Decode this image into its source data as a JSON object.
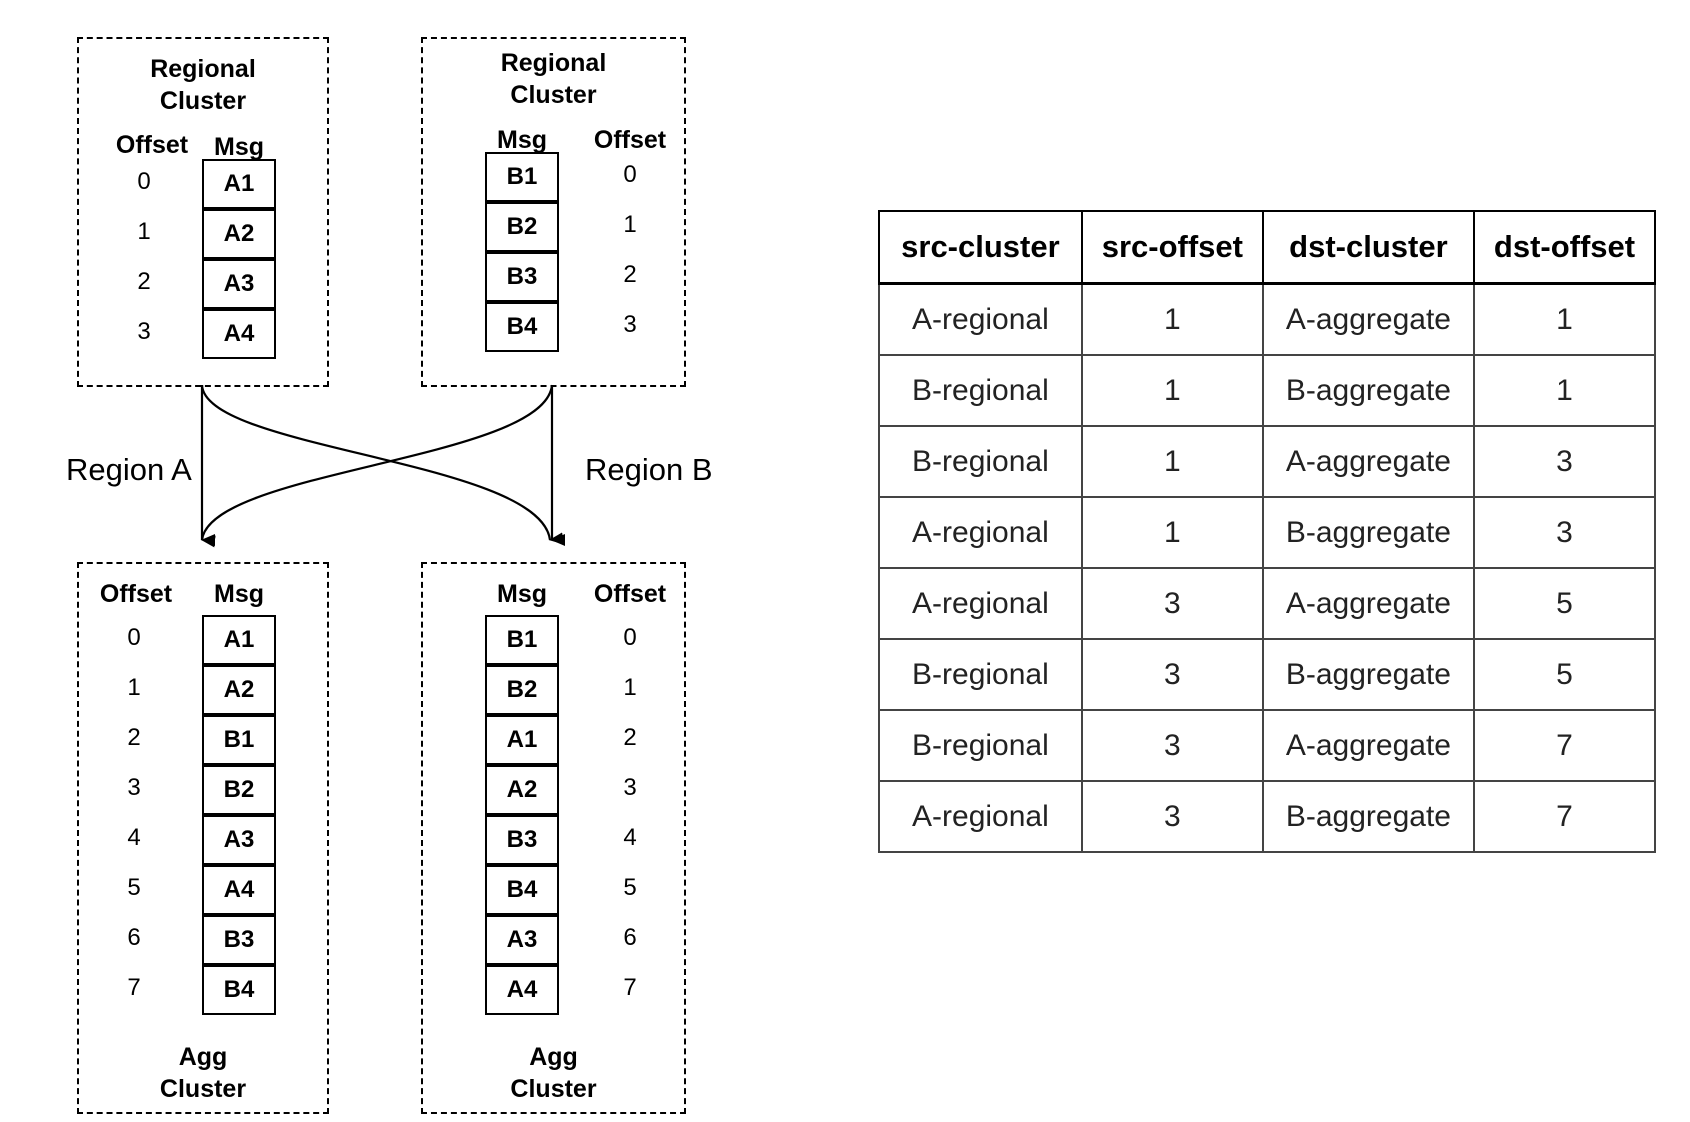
{
  "clusters": {
    "regional_a": {
      "title_line1": "Regional",
      "title_line2": "Cluster",
      "offset_header": "Offset",
      "msg_header": "Msg",
      "rows": [
        {
          "offset": "0",
          "msg": "A1"
        },
        {
          "offset": "1",
          "msg": "A2"
        },
        {
          "offset": "2",
          "msg": "A3"
        },
        {
          "offset": "3",
          "msg": "A4"
        }
      ]
    },
    "regional_b": {
      "title_line1": "Regional",
      "title_line2": "Cluster",
      "offset_header": "Offset",
      "msg_header": "Msg",
      "rows": [
        {
          "offset": "0",
          "msg": "B1"
        },
        {
          "offset": "1",
          "msg": "B2"
        },
        {
          "offset": "2",
          "msg": "B3"
        },
        {
          "offset": "3",
          "msg": "B4"
        }
      ]
    },
    "agg_a": {
      "title_line1": "Agg",
      "title_line2": "Cluster",
      "offset_header": "Offset",
      "msg_header": "Msg",
      "rows": [
        {
          "offset": "0",
          "msg": "A1"
        },
        {
          "offset": "1",
          "msg": "A2"
        },
        {
          "offset": "2",
          "msg": "B1"
        },
        {
          "offset": "3",
          "msg": "B2"
        },
        {
          "offset": "4",
          "msg": "A3"
        },
        {
          "offset": "5",
          "msg": "A4"
        },
        {
          "offset": "6",
          "msg": "B3"
        },
        {
          "offset": "7",
          "msg": "B4"
        }
      ]
    },
    "agg_b": {
      "title_line1": "Agg",
      "title_line2": "Cluster",
      "offset_header": "Offset",
      "msg_header": "Msg",
      "rows": [
        {
          "offset": "0",
          "msg": "B1"
        },
        {
          "offset": "1",
          "msg": "B2"
        },
        {
          "offset": "2",
          "msg": "A1"
        },
        {
          "offset": "3",
          "msg": "A2"
        },
        {
          "offset": "4",
          "msg": "B3"
        },
        {
          "offset": "5",
          "msg": "B4"
        },
        {
          "offset": "6",
          "msg": "A3"
        },
        {
          "offset": "7",
          "msg": "A4"
        }
      ]
    }
  },
  "labels": {
    "region_a": "Region A",
    "region_b": "Region B"
  },
  "mapping_table": {
    "headers": [
      "src-cluster",
      "src-offset",
      "dst-cluster",
      "dst-offset"
    ],
    "rows": [
      [
        "A-regional",
        "1",
        "A-aggregate",
        "1"
      ],
      [
        "B-regional",
        "1",
        "B-aggregate",
        "1"
      ],
      [
        "B-regional",
        "1",
        "A-aggregate",
        "3"
      ],
      [
        "A-regional",
        "1",
        "B-aggregate",
        "3"
      ],
      [
        "A-regional",
        "3",
        "A-aggregate",
        "5"
      ],
      [
        "B-regional",
        "3",
        "B-aggregate",
        "5"
      ],
      [
        "B-regional",
        "3",
        "A-aggregate",
        "7"
      ],
      [
        "A-regional",
        "3",
        "B-aggregate",
        "7"
      ]
    ]
  }
}
